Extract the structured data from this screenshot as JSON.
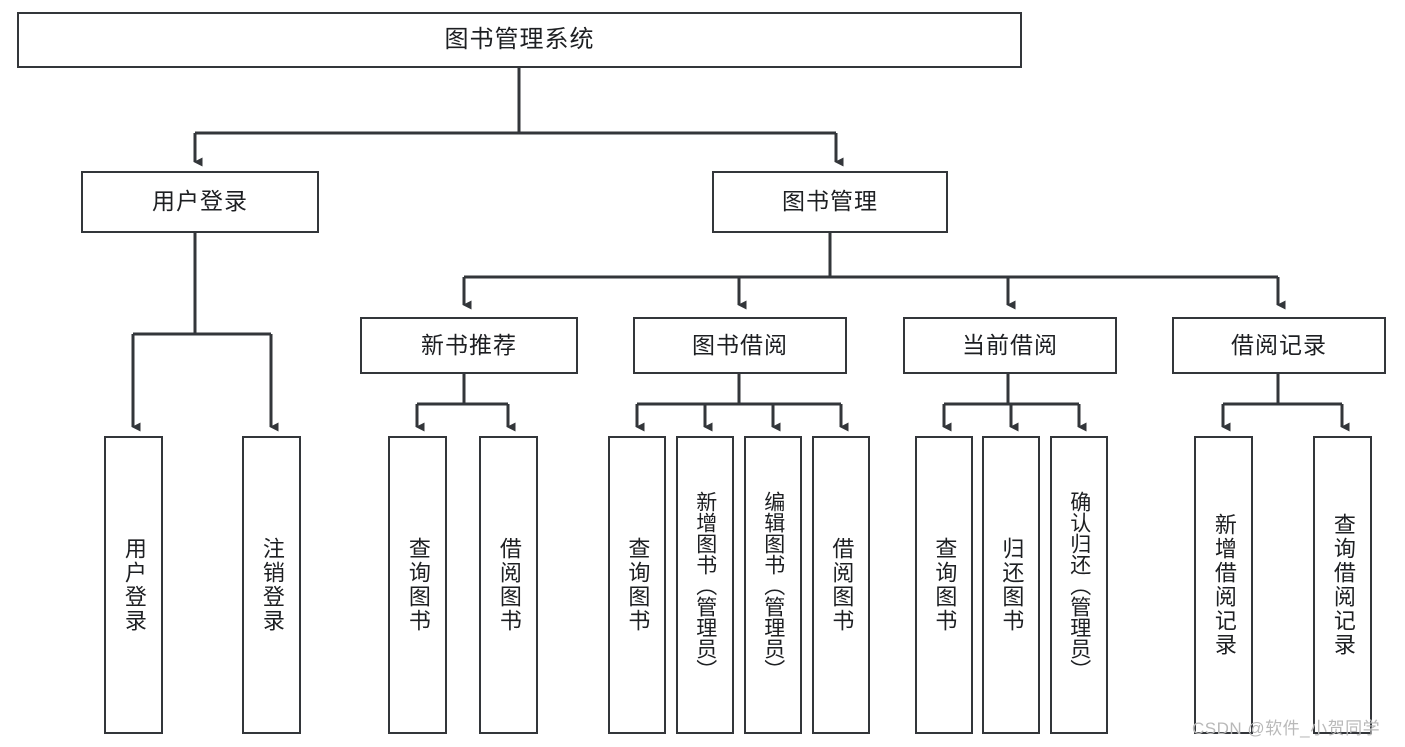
{
  "diagram": {
    "title": "图书管理系统",
    "type": "tree-hierarchy",
    "stroke_color": "#33363a",
    "text_color": "#1d1f22",
    "background": "#ffffff",
    "root": {
      "label": "图书管理系统"
    },
    "level2": [
      {
        "label": "用户登录"
      },
      {
        "label": "图书管理"
      }
    ],
    "level3": [
      {
        "label": "新书推荐"
      },
      {
        "label": "图书借阅"
      },
      {
        "label": "当前借阅"
      },
      {
        "label": "借阅记录"
      }
    ],
    "leaves": {
      "user_login": [
        {
          "label": "用户登录"
        },
        {
          "label": "注销登录"
        }
      ],
      "new_book_recommend": [
        {
          "label": "查询图书"
        },
        {
          "label": "借阅图书"
        }
      ],
      "book_borrow": [
        {
          "label": "查询图书"
        },
        {
          "label": "新增图书（管理员）"
        },
        {
          "label": "编辑图书（管理员）"
        },
        {
          "label": "借阅图书"
        }
      ],
      "current_borrow": [
        {
          "label": "查询图书"
        },
        {
          "label": "归还图书"
        },
        {
          "label": "确认归还（管理员）"
        }
      ],
      "borrow_record": [
        {
          "label": "新增借阅记录"
        },
        {
          "label": "查询借阅记录"
        }
      ]
    }
  },
  "watermark": {
    "text": "CSDN @软件_小贺同学",
    "color": "#b9b9b9"
  }
}
